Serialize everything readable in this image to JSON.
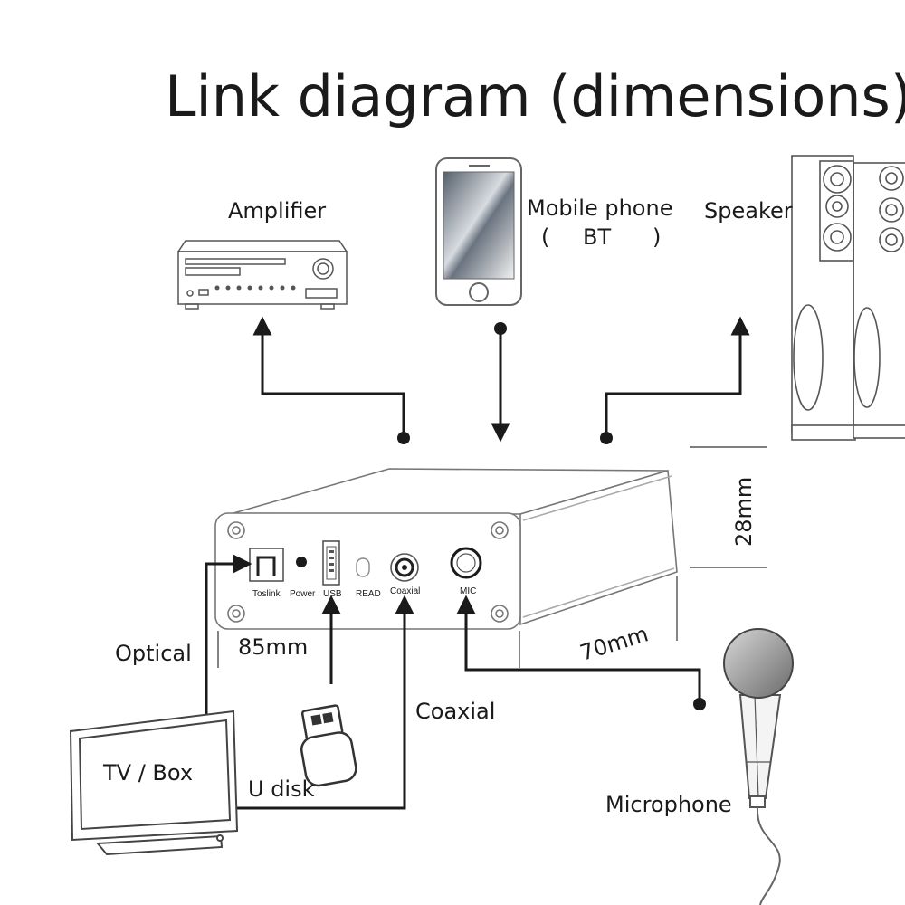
{
  "title": "Link diagram (dimensions)",
  "devices": {
    "amplifier": "Amplifier",
    "mobile_phone": "Mobile phone",
    "bt_open": "(",
    "bt": "BT",
    "bt_close": ")",
    "speaker": "Speaker",
    "tv_box": "TV / Box",
    "u_disk": "U disk",
    "microphone": "Microphone"
  },
  "connections": {
    "optical": "Optical",
    "coaxial": "Coaxial"
  },
  "ports": {
    "toslink": "Toslink",
    "power": "Power",
    "usb": "USB",
    "read": "READ",
    "coaxial": "Coaxial",
    "mic": "MIC"
  },
  "dimensions": {
    "width": "85mm",
    "depth": "70mm",
    "height": "28mm"
  },
  "colors": {
    "line": "#1a1a1a",
    "outline": "#555555",
    "screen_gradient_dark": "#5a6470",
    "screen_gradient_light": "#f4f4f4"
  }
}
